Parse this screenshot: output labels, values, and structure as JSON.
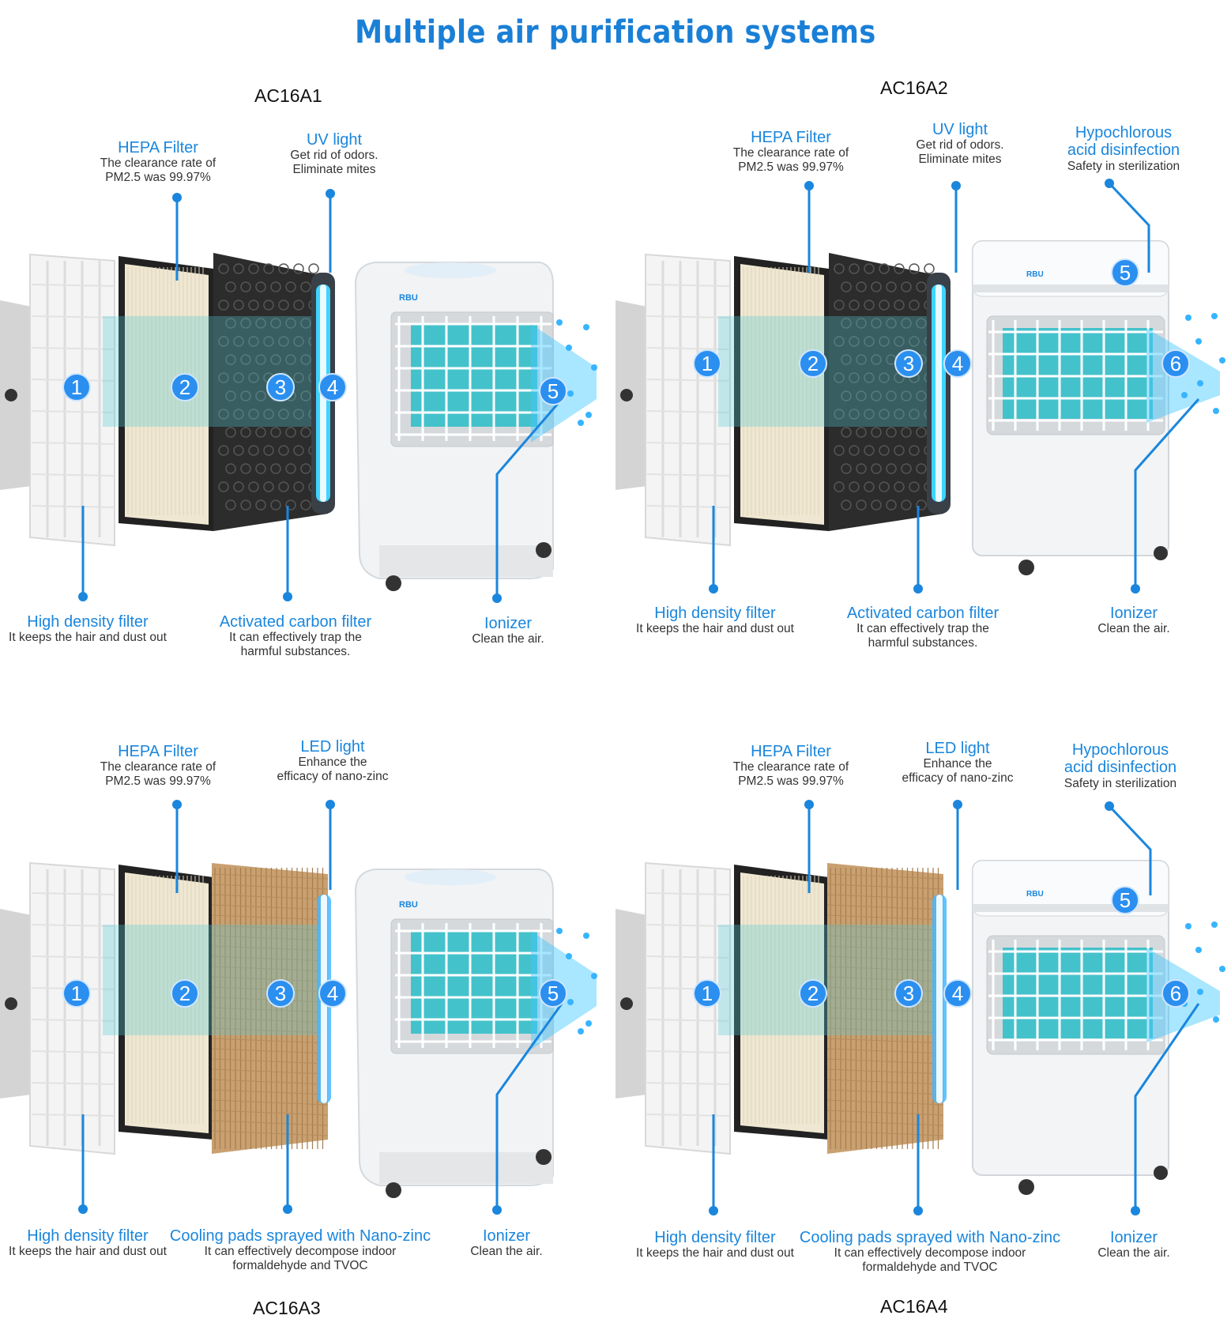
{
  "title": "Multiple air purification systems",
  "colors": {
    "accent": "#1a86dd",
    "badge": "#2b8ff0",
    "glow": "#40c8ff",
    "mesh": "#3bbfc8"
  },
  "panels": [
    {
      "model": "AC16A1",
      "badges": [
        "1",
        "2",
        "3",
        "4",
        "5"
      ],
      "labels": [
        {
          "head": "HEPA Filter",
          "lines": [
            "The clearance rate of",
            "PM2.5 was 99.97%"
          ]
        },
        {
          "head": "UV light",
          "lines": [
            "Get rid of odors.",
            "Eliminate mites"
          ]
        },
        {
          "head": "High density filter",
          "lines": [
            "It keeps the hair and dust out"
          ]
        },
        {
          "head": "Activated carbon filter",
          "lines": [
            "It can effectively trap the",
            "harmful substances."
          ]
        },
        {
          "head": "Ionizer",
          "lines": [
            "Clean the air."
          ]
        }
      ]
    },
    {
      "model": "AC16A2",
      "badges": [
        "1",
        "2",
        "3",
        "4",
        "5",
        "6"
      ],
      "labels": [
        {
          "head": "HEPA Filter",
          "lines": [
            "The clearance rate of",
            "PM2.5 was 99.97%"
          ]
        },
        {
          "head": "UV light",
          "lines": [
            "Get rid of odors.",
            "Eliminate mites"
          ]
        },
        {
          "head": "Hypochlorous",
          "head2": "acid disinfection",
          "lines": [
            "Safety in sterilization"
          ]
        },
        {
          "head": "High density filter",
          "lines": [
            "It keeps the hair and dust out"
          ]
        },
        {
          "head": "Activated carbon filter",
          "lines": [
            "It can effectively trap the",
            "harmful substances."
          ]
        },
        {
          "head": "Ionizer",
          "lines": [
            "Clean the air."
          ]
        }
      ]
    },
    {
      "model": "AC16A3",
      "badges": [
        "1",
        "2",
        "3",
        "4",
        "5"
      ],
      "labels": [
        {
          "head": "HEPA Filter",
          "lines": [
            "The clearance rate of",
            "PM2.5 was 99.97%"
          ]
        },
        {
          "head": "LED light",
          "lines": [
            "Enhance the",
            "efficacy of nano-zinc"
          ]
        },
        {
          "head": "High density filter",
          "lines": [
            "It keeps the hair and dust out"
          ]
        },
        {
          "head": "Cooling pads sprayed with Nano-zinc",
          "lines": [
            "It can effectively decompose indoor",
            "formaldehyde and TVOC"
          ]
        },
        {
          "head": "Ionizer",
          "lines": [
            "Clean the air."
          ]
        }
      ]
    },
    {
      "model": "AC16A4",
      "badges": [
        "1",
        "2",
        "3",
        "4",
        "5",
        "6"
      ],
      "labels": [
        {
          "head": "HEPA Filter",
          "lines": [
            "The clearance rate of",
            "PM2.5 was 99.97%"
          ]
        },
        {
          "head": "LED light",
          "lines": [
            "Enhance the",
            "efficacy of nano-zinc"
          ]
        },
        {
          "head": "Hypochlorous",
          "head2": "acid disinfection",
          "lines": [
            "Safety in sterilization"
          ]
        },
        {
          "head": "High density filter",
          "lines": [
            "It keeps the hair and dust out"
          ]
        },
        {
          "head": "Cooling pads sprayed with Nano-zinc",
          "lines": [
            "It can effectively decompose indoor",
            "formaldehyde and TVOC"
          ]
        },
        {
          "head": "Ionizer",
          "lines": [
            "Clean the air."
          ]
        }
      ]
    }
  ],
  "logo_text": "RBU"
}
